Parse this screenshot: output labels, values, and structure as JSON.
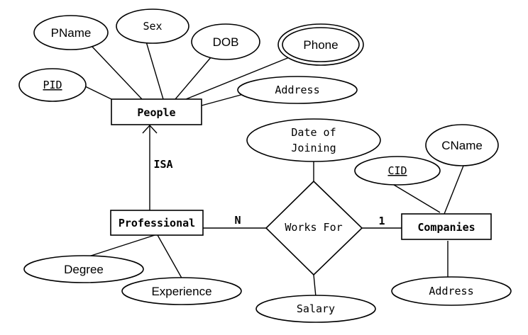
{
  "entities": {
    "people": "People",
    "professional": "Professional",
    "companies": "Companies"
  },
  "relationships": {
    "works_for": "Works For"
  },
  "attributes": {
    "pid": "PID",
    "pname": "PName",
    "sex": "Sex",
    "dob": "DOB",
    "phone": "Phone",
    "people_address": "Address",
    "date_of_joining_line1": "Date of",
    "date_of_joining_line2": "Joining",
    "salary": "Salary",
    "cid": "CID",
    "cname": "CName",
    "companies_address": "Address",
    "degree": "Degree",
    "experience": "Experience"
  },
  "labels": {
    "isa": "ISA",
    "card_n": "N",
    "card_1": "1"
  }
}
